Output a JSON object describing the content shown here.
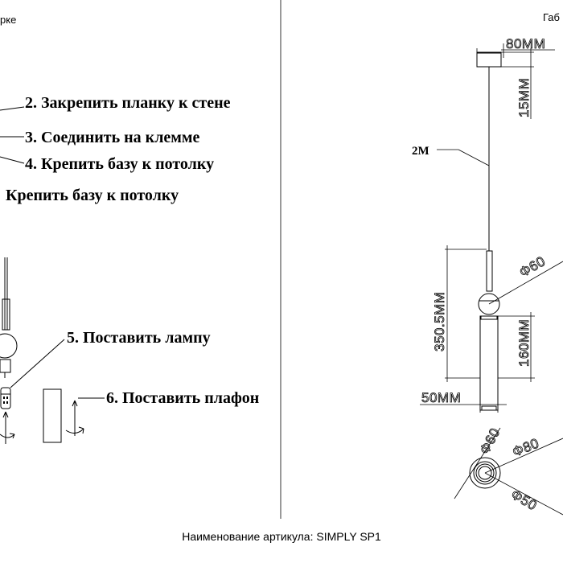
{
  "header": {
    "left_partial": "рке",
    "right_partial": "Габ"
  },
  "steps": {
    "step2": "2. Закрепить планку к стене",
    "step3": "3. Соединить на клемме",
    "step4": "4. Крепить базу к потолку",
    "step4_dup": "Крепить базу к потолку",
    "step5": "5. Поставить лампу",
    "step6": "6. Поставить плафон"
  },
  "dimensions": {
    "canopy_width": "80MM",
    "canopy_height": "15MM",
    "cable_length": "2M",
    "body_height": "350.5MM",
    "shade_height": "160MM",
    "shade_width": "50MM",
    "ball_diameter": "Φ60",
    "bottom_d60": "Φ60",
    "bottom_d80": "Φ80",
    "bottom_d50": "Φ50"
  },
  "footer": {
    "article_name": "Наименование артикула: SIMPLY SP1"
  }
}
